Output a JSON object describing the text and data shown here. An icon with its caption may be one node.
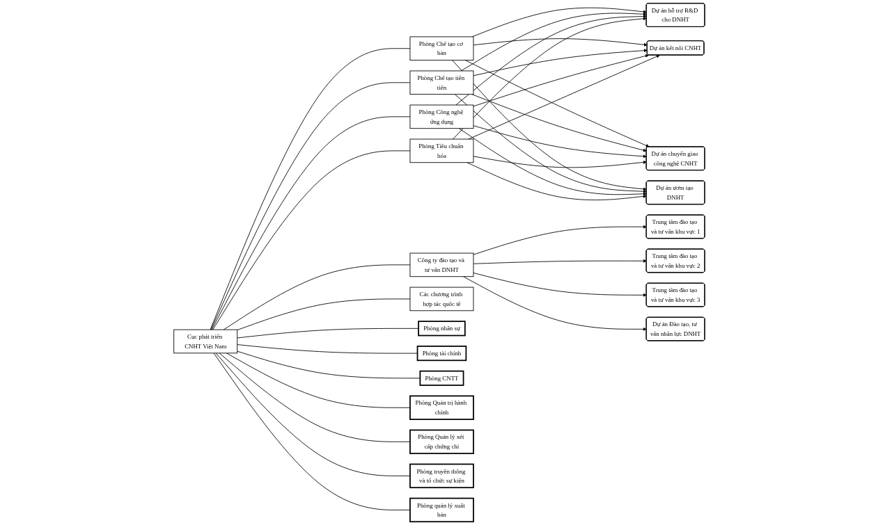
{
  "diagram": {
    "nodes": [
      {
        "text": [
          "Cục phát triển CNHT Việt Nam"
        ]
      },
      {
        "text": [
          "Phòng Chế tạo cơ bản"
        ]
      },
      {
        "text": [
          "Phòng Chế tạo tiên tiến"
        ]
      },
      {
        "text": [
          "Phòng Công nghệ ứng dụng"
        ]
      },
      {
        "text": [
          "Phòng Tiêu chuẩn hóa"
        ]
      },
      {
        "text": [
          "Công ty đào tạo và tư vấn DNHT"
        ]
      },
      {
        "text": [
          "Các chương trình hợp tác quốc tế"
        ]
      },
      {
        "text": [
          "Dự án hỗ trợ R&D cho DNHT"
        ]
      },
      {
        "text": [
          "Dự án kết nối CNHT"
        ]
      },
      {
        "text": [
          "Dự án chuyển giao công nghệ CNHT"
        ]
      },
      {
        "text": [
          "Dự án ươm tạo DNHT"
        ]
      },
      {
        "text": [
          "Trung tâm đào tạo và tư vấn khu vực 1"
        ]
      },
      {
        "text": [
          "Trung tâm đào tạo và tư vấn khu vực 2"
        ]
      },
      {
        "text": [
          "Trung tâm đào tạo và tư vấn khu vực 3"
        ]
      },
      {
        "text": [
          "Dự án Đào tạo, tư vấn nhân lực DNHT"
        ]
      },
      {
        "text": [
          "Phòng nhân sự"
        ]
      },
      {
        "text": [
          "Phòng tài chính"
        ]
      },
      {
        "text": [
          "Phòng CNTT"
        ]
      },
      {
        "text": [
          "Phòng Quản trị hành chính"
        ]
      },
      {
        "text": [
          "Phòng Quản lý xét cấp chứng chỉ"
        ]
      },
      {
        "text": [
          "Phòng truyền thông và tổ chức sự kiện"
        ]
      },
      {
        "text": [
          "Phòng quản lý xuất bản"
        ]
      }
    ],
    "edges": [
      {
        "from": 0,
        "to": 1,
        "arrow": "none"
      },
      {
        "from": 0,
        "to": 2,
        "arrow": "none"
      },
      {
        "from": 0,
        "to": 3,
        "arrow": "none"
      },
      {
        "from": 0,
        "to": 4,
        "arrow": "none"
      },
      {
        "from": 0,
        "to": 5,
        "arrow": "none"
      },
      {
        "from": 0,
        "to": 6,
        "arrow": "none"
      },
      {
        "from": 1,
        "to": 7,
        "arrow": "to"
      },
      {
        "from": 1,
        "to": 8,
        "arrow": "to"
      },
      {
        "from": 1,
        "to": 9,
        "arrow": "to"
      },
      {
        "from": 1,
        "to": 10,
        "arrow": "to"
      },
      {
        "from": 2,
        "to": 7,
        "arrow": "to"
      },
      {
        "from": 2,
        "to": 8,
        "arrow": "to"
      },
      {
        "from": 2,
        "to": 9,
        "arrow": "to"
      },
      {
        "from": 2,
        "to": 10,
        "arrow": "to"
      },
      {
        "from": 3,
        "to": 7,
        "arrow": "to"
      },
      {
        "from": 3,
        "to": 8,
        "arrow": "to"
      },
      {
        "from": 3,
        "to": 9,
        "arrow": "to"
      },
      {
        "from": 3,
        "to": 10,
        "arrow": "to"
      },
      {
        "from": 4,
        "to": 7,
        "arrow": "to"
      },
      {
        "from": 4,
        "to": 8,
        "arrow": "to"
      },
      {
        "from": 4,
        "to": 9,
        "arrow": "to"
      },
      {
        "from": 4,
        "to": 10,
        "arrow": "to"
      },
      {
        "from": 5,
        "to": 11,
        "arrow": "to"
      },
      {
        "from": 5,
        "to": 12,
        "arrow": "to"
      },
      {
        "from": 5,
        "to": 13,
        "arrow": "to"
      },
      {
        "from": 5,
        "to": 14,
        "arrow": "to"
      },
      {
        "from": 0,
        "to": 15,
        "arrow": "none"
      },
      {
        "from": 0,
        "to": 16,
        "arrow": "none"
      },
      {
        "from": 0,
        "to": 17,
        "arrow": "none"
      },
      {
        "from": 0,
        "to": 18,
        "arrow": "none"
      },
      {
        "from": 0,
        "to": 19,
        "arrow": "none"
      },
      {
        "from": 0,
        "to": 20,
        "arrow": "none"
      },
      {
        "from": 0,
        "to": 21,
        "arrow": "none"
      }
    ]
  }
}
